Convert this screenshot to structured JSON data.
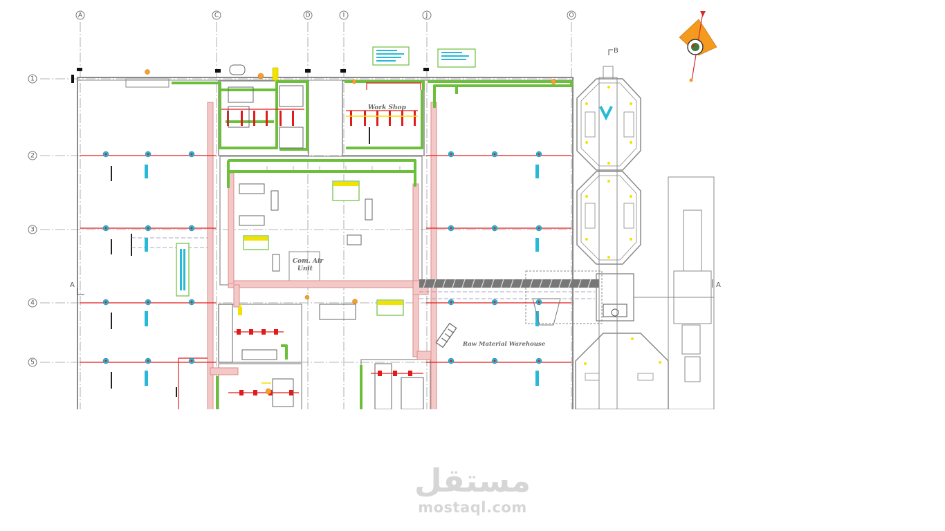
{
  "drawing": {
    "grid_columns": [
      "A",
      "C",
      "D",
      "I",
      "J",
      "O"
    ],
    "grid_rows": [
      "1",
      "2",
      "3",
      "4",
      "5"
    ],
    "section_marks": {
      "west": "A",
      "east": "A",
      "north": "B"
    },
    "rooms": {
      "work_shop": "Work Shop",
      "comp_air_unit_line1": "Com. Air",
      "comp_air_unit_line2": "Unit",
      "raw_material_warehouse": "Raw Material Warehouse"
    },
    "colors": {
      "air_main": "#6cbf3c",
      "fire_line": "#e11b1b",
      "sprinkler": "#27b9d8",
      "duct": "#f5c8c8",
      "wall": "#8a8a8a",
      "grid": "#9a9a9a",
      "yellow_line": "#f3e200"
    },
    "icons": [
      "north-arrow-icon",
      "compass-logo-icon"
    ]
  },
  "watermark": {
    "arabic": "مستقل",
    "url": "mostaql.com"
  }
}
